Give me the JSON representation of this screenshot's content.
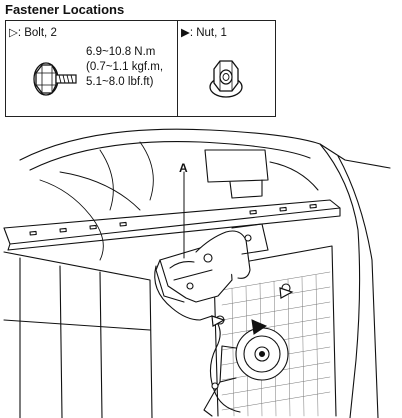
{
  "header": {
    "title": "Fastener Locations"
  },
  "fasteners": {
    "bolt": {
      "symbol": "hollow-triangle-icon",
      "label": "▷: Bolt, 2",
      "torque": [
        "6.9~10.8 N.m",
        "(0.7~1.1 kgf.m,",
        "5.1~8.0 lbf.ft)"
      ]
    },
    "nut": {
      "symbol": "filled-triangle-icon",
      "label": "▶: Nut, 1"
    }
  },
  "diagram": {
    "callouts": {
      "a": "A"
    }
  }
}
